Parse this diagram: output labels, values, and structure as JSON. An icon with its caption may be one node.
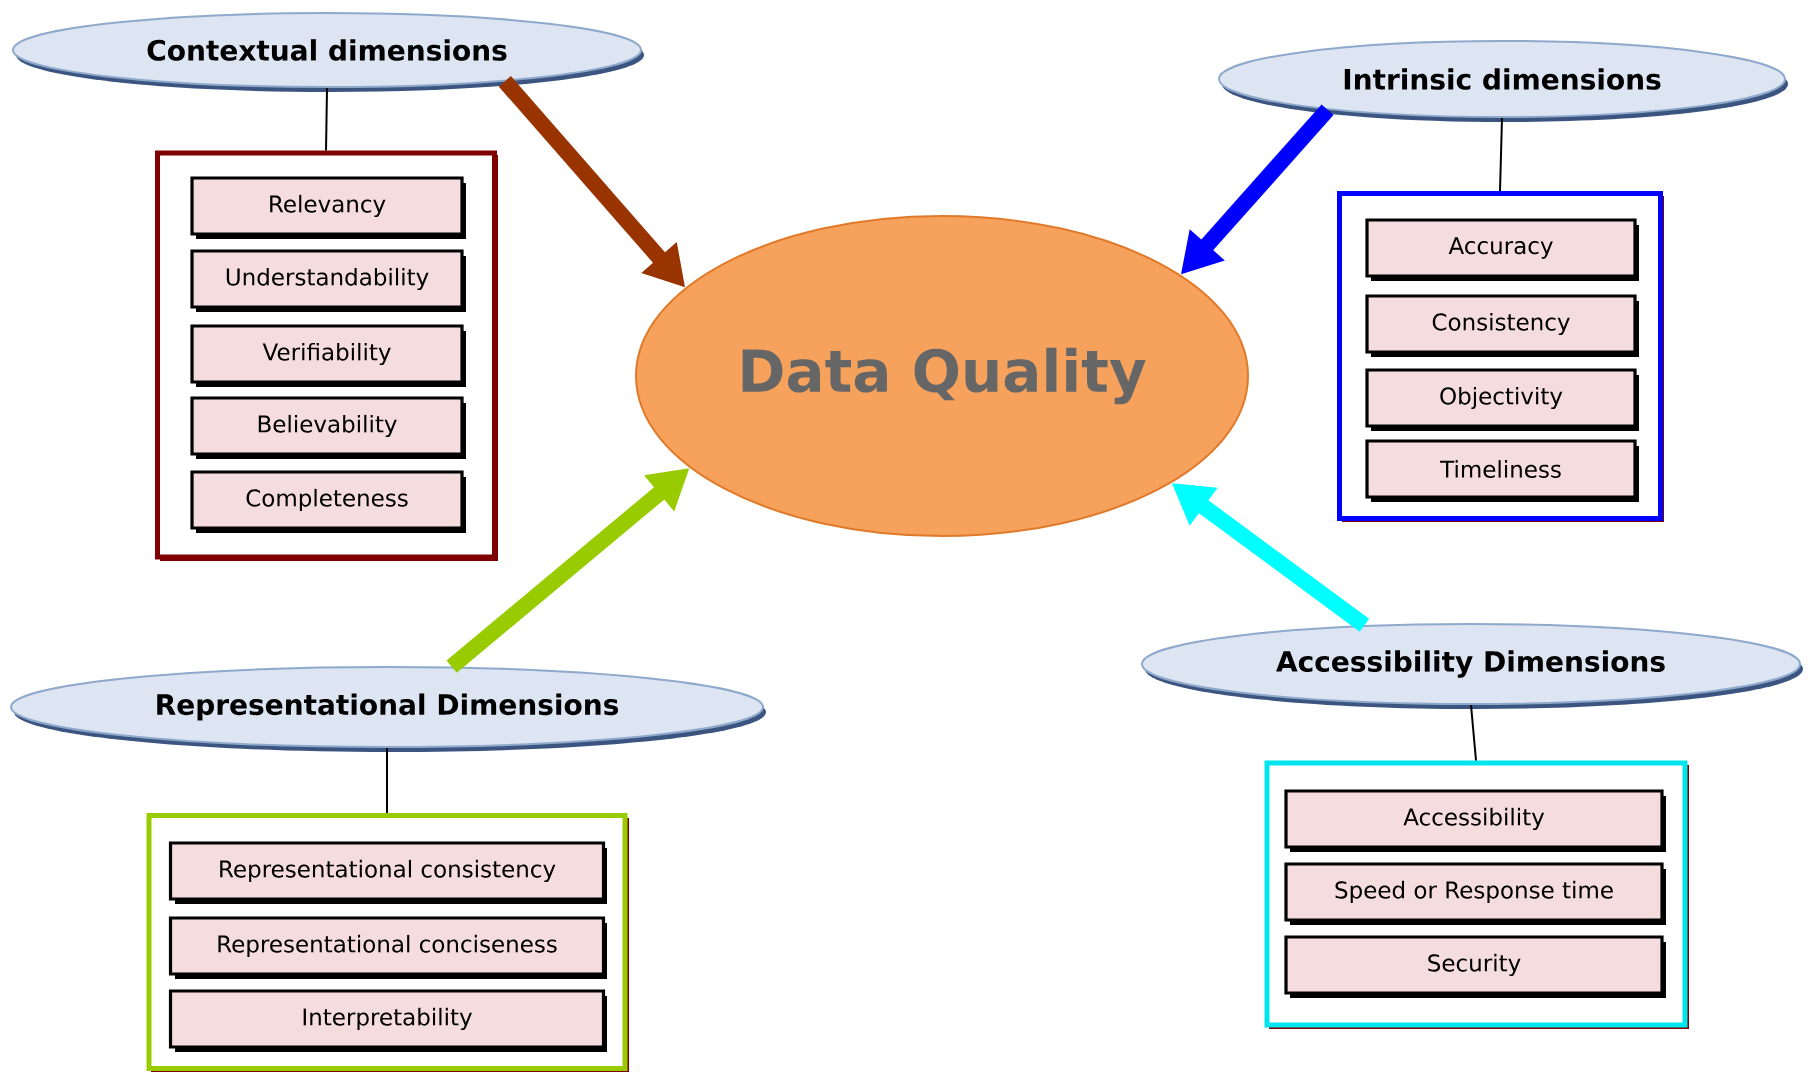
{
  "diagram": {
    "nodes": [
      {
        "text": [
          "Data Quality"
        ]
      },
      {
        "text": [
          "Contextual dimensions"
        ]
      },
      {
        "text": [],
        "shape": "box"
      },
      {
        "text": [
          "Relevancy"
        ],
        "in": 2
      },
      {
        "text": [
          "Understandability"
        ],
        "in": 2
      },
      {
        "text": [
          "Verifiability"
        ],
        "in": 2
      },
      {
        "text": [
          "Believability"
        ],
        "in": 2
      },
      {
        "text": [
          "Completeness"
        ],
        "in": 2
      },
      {
        "text": [
          "Intrinsic dimensions"
        ]
      },
      {
        "text": [],
        "shape": "box"
      },
      {
        "text": [
          "Accuracy"
        ],
        "in": 9
      },
      {
        "text": [
          "Consistency"
        ],
        "in": 9
      },
      {
        "text": [
          "Objectivity"
        ],
        "in": 9
      },
      {
        "text": [
          "Timeliness"
        ],
        "in": 9
      },
      {
        "text": [
          "Representational Dimensions"
        ]
      },
      {
        "text": [],
        "shape": "box"
      },
      {
        "text": [
          "Representational consistency"
        ],
        "in": 15
      },
      {
        "text": [
          "Representational conciseness"
        ],
        "in": 15
      },
      {
        "text": [
          "Interpretability"
        ],
        "in": 15
      },
      {
        "text": [
          "Accessibility Dimensions"
        ]
      },
      {
        "text": [],
        "shape": "box"
      },
      {
        "text": [
          "Accessibility"
        ],
        "in": 20
      },
      {
        "text": [
          "Speed or Response time"
        ],
        "in": 20
      },
      {
        "text": [
          "Security"
        ],
        "in": 20
      }
    ],
    "edges": [
      {
        "from": 1,
        "to": 0,
        "arrow": "to",
        "style": "thick",
        "color": "#993300"
      },
      {
        "from": 8,
        "to": 0,
        "arrow": "to",
        "style": "thick",
        "color": "#0000ff"
      },
      {
        "from": 14,
        "to": 0,
        "arrow": "to",
        "style": "thick",
        "color": "#99cc00"
      },
      {
        "from": 19,
        "to": 0,
        "arrow": "to",
        "style": "thick",
        "color": "#00ffff"
      },
      {
        "from": 1,
        "to": 2,
        "arrow": "none"
      },
      {
        "from": 8,
        "to": 9,
        "arrow": "none"
      },
      {
        "from": 14,
        "to": 15,
        "arrow": "none"
      },
      {
        "from": 19,
        "to": 20,
        "arrow": "none"
      }
    ]
  }
}
